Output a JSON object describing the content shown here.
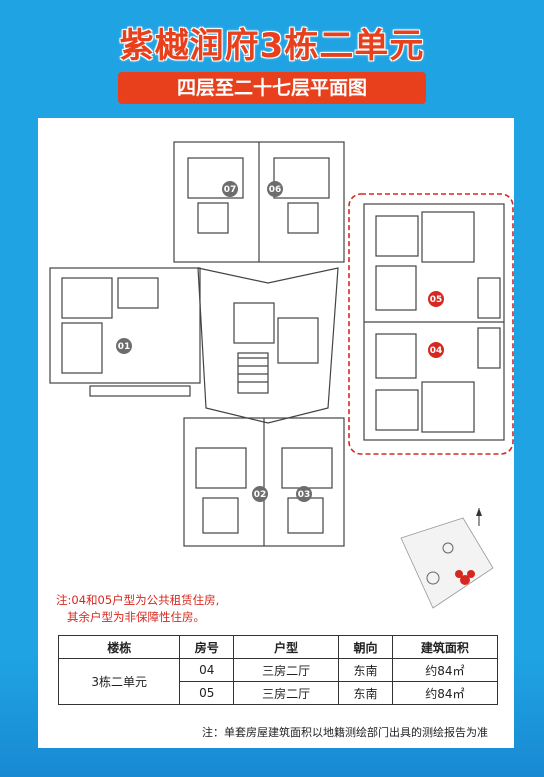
{
  "header": {
    "title": "紫樾润府3栋二单元",
    "subtitle": "四层至二十七层平面图"
  },
  "plan": {
    "units": [
      "01",
      "02",
      "03",
      "04",
      "05",
      "06",
      "07"
    ],
    "highlight_color": "#d6281f",
    "badge_color": "#6d6d6d"
  },
  "note": {
    "line1": "注:04和05户型为公共租赁住房,",
    "line2": "其余户型为非保障性住房。"
  },
  "table": {
    "headers": [
      "楼栋",
      "房号",
      "户型",
      "朝向",
      "建筑面积"
    ],
    "building": "3栋二单元",
    "rows": [
      {
        "room": "04",
        "type": "三房二厅",
        "orientation": "东南",
        "area": "约84㎡"
      },
      {
        "room": "05",
        "type": "三房二厅",
        "orientation": "东南",
        "area": "约84㎡"
      }
    ]
  },
  "footnote": "注：单套房屋建筑面积以地籍测绘部门出具的测绘报告为准"
}
